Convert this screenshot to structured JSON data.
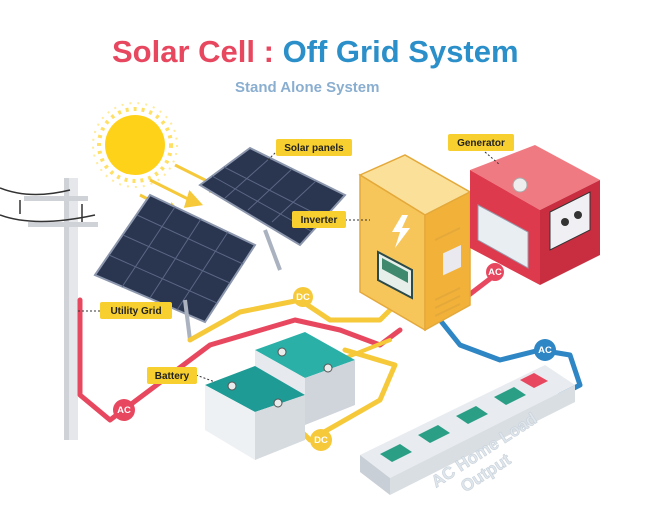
{
  "title": {
    "part1": "Solar Cell",
    "separator": " : ",
    "part2": "Off Grid System",
    "subtitle": "Stand Alone System"
  },
  "labels": {
    "solar_panels": "Solar panels",
    "generator": "Generator",
    "inverter": "Inverter",
    "utility_grid": "Utility Grid",
    "battery": "Battery",
    "ac_load": "AC Home Load",
    "ac_load_line2": "Output"
  },
  "connectors": {
    "dc_panels": "DC",
    "dc_battery": "DC",
    "ac_grid": "AC",
    "ac_generator": "AC",
    "ac_load": "AC"
  },
  "colors": {
    "title_red": "#e8485f",
    "title_blue": "#2b8fc9",
    "subtitle": "#8aaed0",
    "label_bg": "#f7cf2e",
    "dc_wire": "#f5c93a",
    "ac_red_wire": "#e8485f",
    "ac_blue_wire": "#2f86c4",
    "inverter_body": "#f7c65a",
    "generator_body": "#dd3b4d",
    "battery_top": "#1f9b96",
    "panel": "#2a3550"
  }
}
